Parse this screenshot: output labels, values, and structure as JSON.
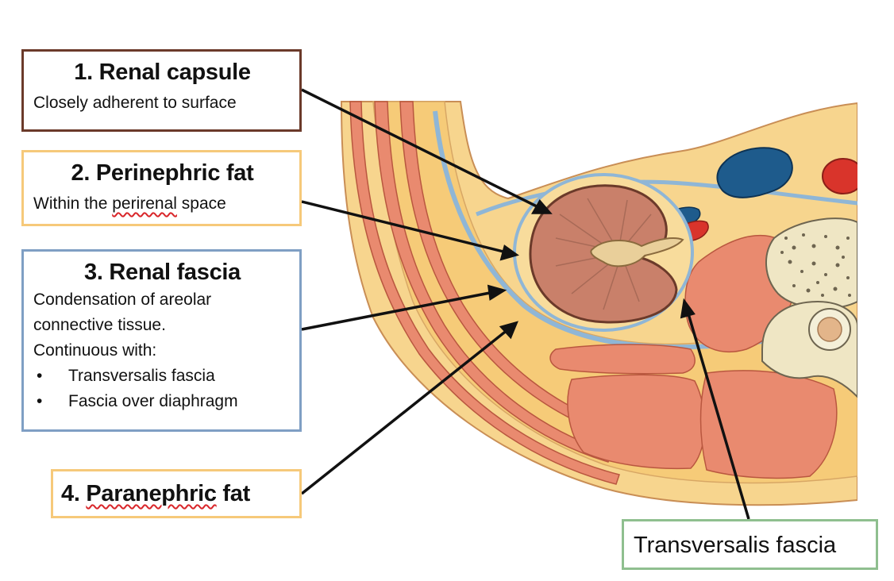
{
  "labels": {
    "renal_capsule": {
      "title": "1. Renal capsule",
      "desc": "Closely adherent to surface"
    },
    "perinephric_fat": {
      "title": "2. Perinephric fat",
      "desc_before": "Within the ",
      "desc_flagged": "perirenal",
      "desc_after": " space"
    },
    "renal_fascia": {
      "title": "3. Renal fascia",
      "lines": [
        "Condensation of areolar",
        "connective tissue.",
        "Continuous with:"
      ],
      "bullets": [
        "Transversalis fascia",
        "Fascia over diaphragm"
      ]
    },
    "paranephric_fat": {
      "title_before": "4. ",
      "title_flagged": "Paranephric",
      "title_after": " fat"
    },
    "transversalis_fascia": {
      "text": "Transversalis fascia"
    }
  },
  "colors": {
    "capsule_border": "#6b3a2a",
    "fat_border": "#f6c97a",
    "fascia_border": "#7f9fc4",
    "transversalis_border": "#8fbf8f",
    "fat_fill": "#f7d58e",
    "muscle_fill": "#e98a6f",
    "kidney_fill": "#c9806a",
    "vein_fill": "#1e5b8c",
    "artery_fill": "#d9342b",
    "bone_fill": "#efe6c4"
  }
}
